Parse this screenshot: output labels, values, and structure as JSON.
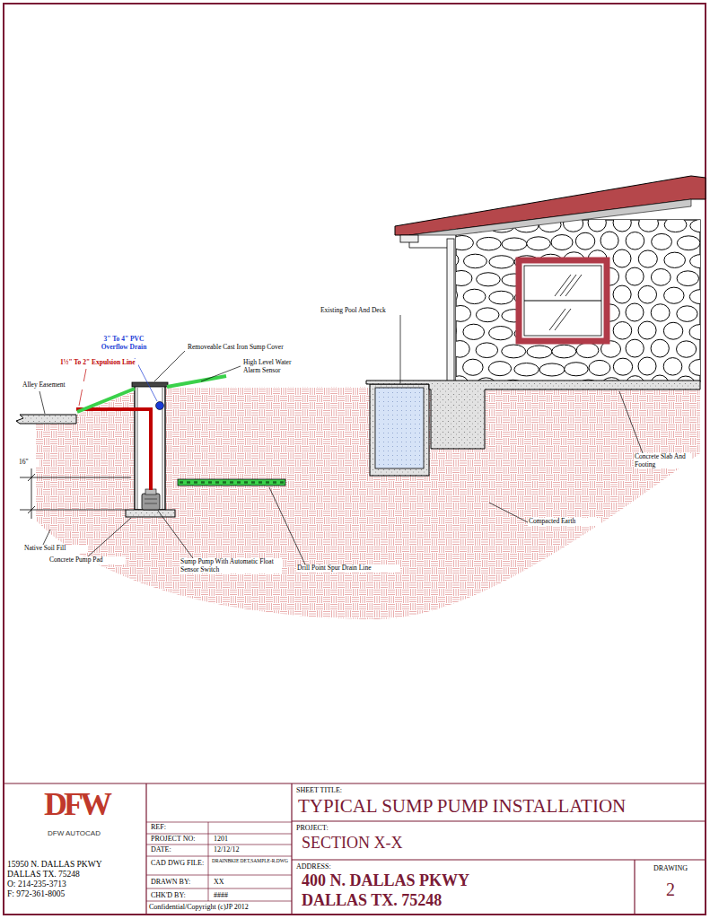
{
  "diagram": {
    "title": "TYPICAL SUMP PUMP INSTALLATION",
    "labels": [
      "3\" To 4\" PVC Overflow Drain",
      "1½\" To 2\" Expulsion Line",
      "Removeable Cast Iron Sump Cover",
      "High Level Water Alarm Sensor",
      "Alley Easement",
      "Existing Pool And Deck",
      "16\"",
      "Concrete Slab And Footing",
      "Native Soil Fill",
      "Concrete Pump Pad",
      "Sump Pump With Automatic Float Sensor Switch",
      "Drill Point Spur Drain Line",
      "Compacted Earth",
      "DFW",
      "DFW AUTOCAD",
      "15950 N. DALLAS PKWY",
      "DALLAS TX. 75248",
      "O: 214-235-3713",
      "F: 972-361-8005",
      "REF:",
      "PROJECT NO:",
      "1201",
      "DATE:",
      "12/12/12",
      "CAD DWG FILE:",
      "DRAINBKIE DET,SAMPLE-R.DWG",
      "DRAWN BY:",
      "XX",
      "CHK'D BY:",
      "####",
      "Confidential/Copyright (c)JP 2012",
      "SHEET TITLE:",
      "PROJECT:",
      "SECTION X-X",
      "ADDRESS:",
      "400 N. DALLAS PKWY",
      "DALLAS TX. 75248",
      "DRAWING",
      "2"
    ]
  }
}
